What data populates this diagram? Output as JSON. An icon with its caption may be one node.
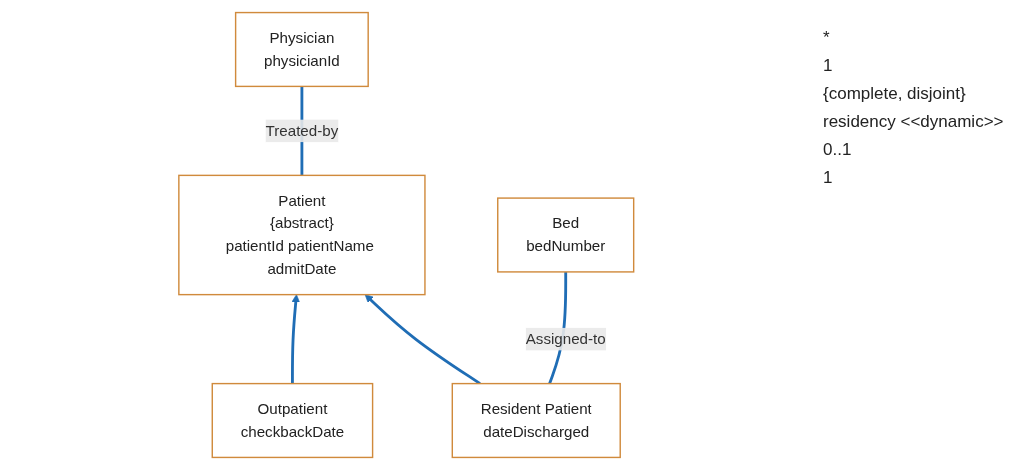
{
  "diagram": {
    "nodes": [
      {
        "text": [
          "Patient",
          "{abstract}",
          "patientId patientName admitDate"
        ]
      },
      {
        "text": [
          "Physician",
          "physicianId"
        ]
      },
      {
        "text": [
          "Outpatient",
          "checkbackDate"
        ]
      },
      {
        "text": [
          "Resident Patient",
          "dateDischarged"
        ]
      },
      {
        "text": [
          "Bed",
          "bedNumber"
        ]
      }
    ],
    "edges": [
      {
        "from": 0,
        "to": 1,
        "arrow": "none",
        "label": "Treated-by"
      },
      {
        "from": 2,
        "to": 0,
        "arrow": "to"
      },
      {
        "from": 3,
        "to": 0,
        "arrow": "to"
      },
      {
        "from": 3,
        "to": 4,
        "arrow": "none",
        "label": "Assigned-to"
      }
    ],
    "labels": [
      "*",
      "1",
      "{complete, disjoint}",
      "residency <<dynamic>>",
      "0..1",
      "1"
    ]
  }
}
